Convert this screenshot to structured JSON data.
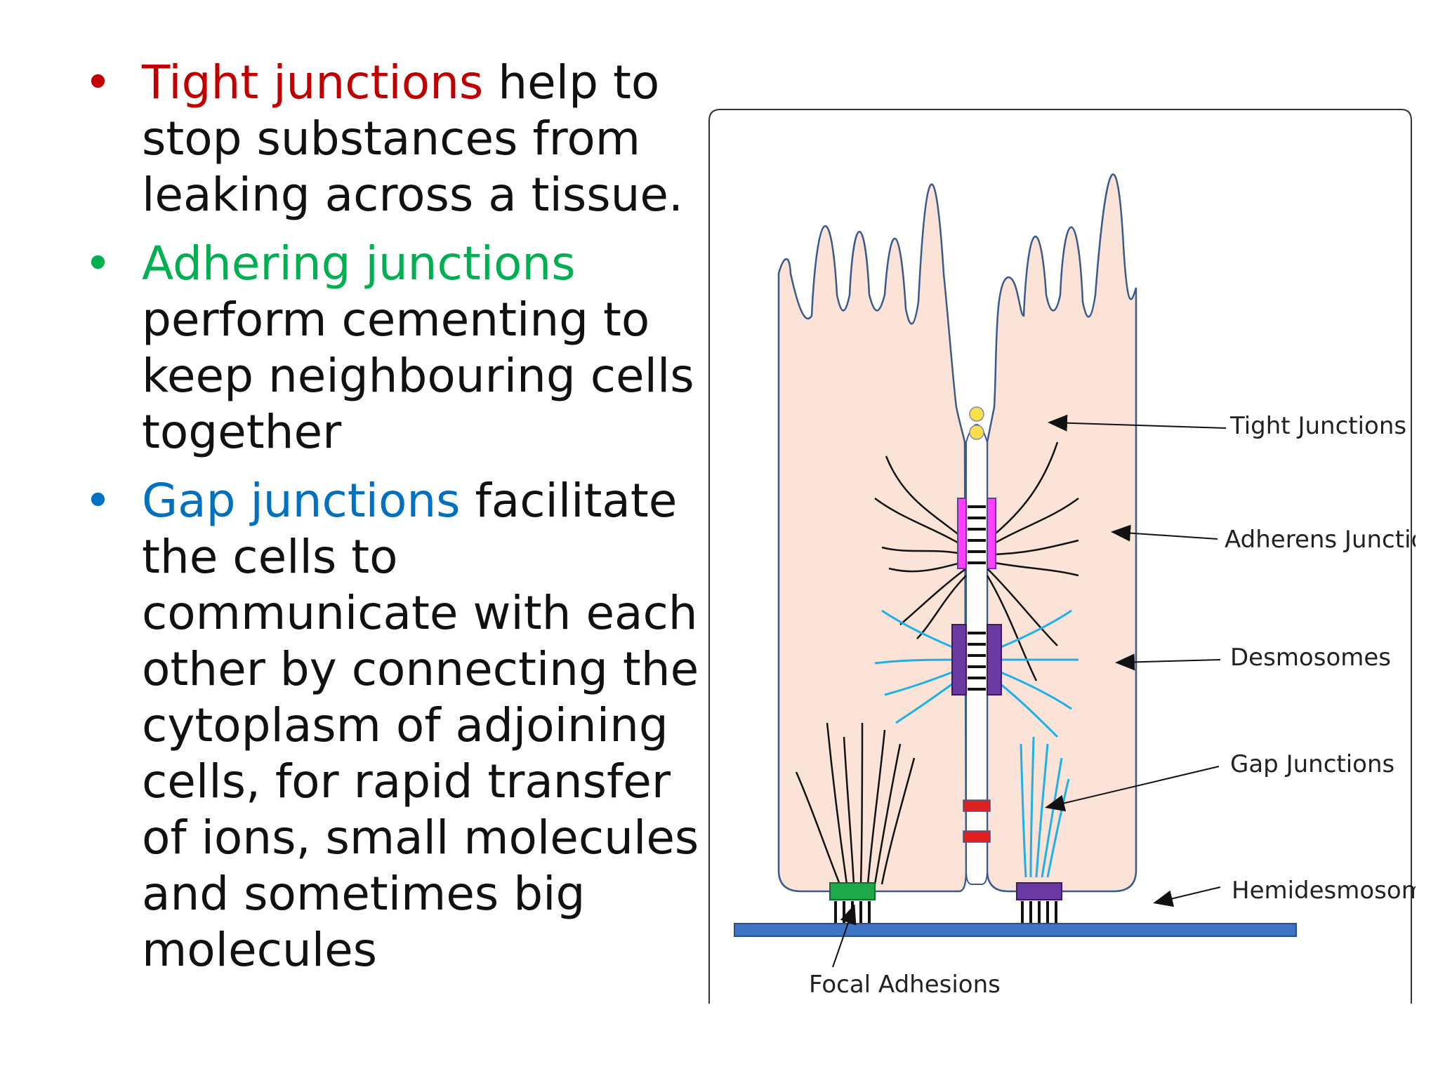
{
  "bullets": [
    {
      "term": "Tight junctions",
      "rest": " help to stop substances from leaking across a tissue.",
      "color": "#c00000"
    },
    {
      "term": "Adhering junctions",
      "rest": " perform cementing to keep neighbouring cells together",
      "color": "#00b050"
    },
    {
      "term": "Gap junctions",
      "rest": " facilitate the cells to communicate with each other by connecting the cytoplasm of adjoining cells, for rapid transfer of ions, small molecules and sometimes big molecules",
      "color": "#0070c0"
    }
  ],
  "diagram": {
    "labels": {
      "tight": "Tight Junctions",
      "adherens": "Adherens Junctions",
      "desmosomes": "Desmosomes",
      "gap": "Gap Junctions",
      "hemidesmosomes": "Hemidesmosomes",
      "focal": "Focal Adhesions"
    },
    "colors": {
      "cell_fill": "#fbe3d8",
      "cell_outline": "#3a5a8c",
      "basement": "#3f74c4",
      "adherens": "#ff40ff",
      "desmosome": "#6a3aa2",
      "gap": "#e02020",
      "keratin": "#20b0e8",
      "focal": "#1fa84a"
    }
  }
}
